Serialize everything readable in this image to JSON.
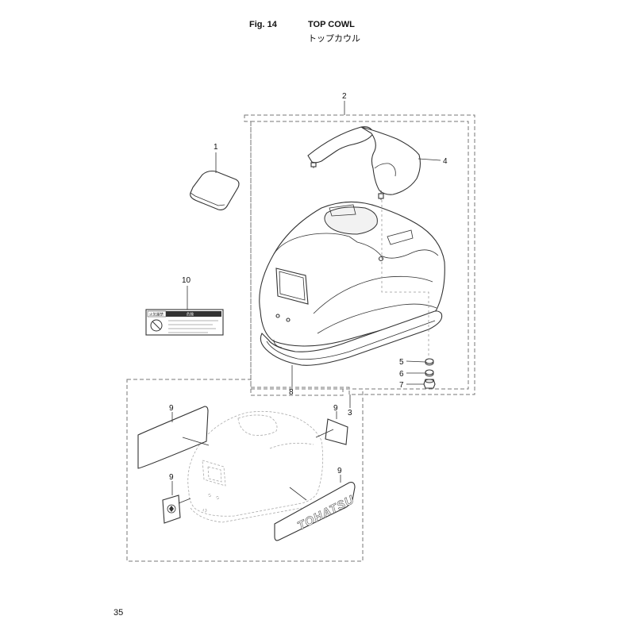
{
  "header": {
    "fig_label": "Fig. 14",
    "title_en": "TOP COWL",
    "title_jp": "トップカウル"
  },
  "page_number": "35",
  "callouts": {
    "c1": "1",
    "c2": "2",
    "c3": "3",
    "c4": "4",
    "c5": "5",
    "c6": "6",
    "c7": "7",
    "c8": "8",
    "c9a": "9",
    "c9b": "9",
    "c9c": "9",
    "c9d": "9",
    "c10": "10"
  },
  "decals": {
    "logo": "TOHATSU",
    "warning_header": "危険",
    "warning_box": "火気厳禁"
  }
}
